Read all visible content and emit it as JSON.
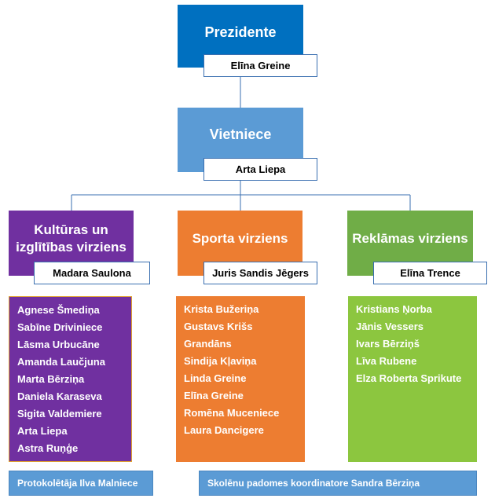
{
  "president": {
    "title": "Prezidente",
    "name": "Elīna Greine",
    "color": "#0070c0"
  },
  "vice": {
    "title": "Vietniece",
    "name": "Arta Liepa",
    "color": "#5b9bd5"
  },
  "departments": [
    {
      "title_line1": "Kultūras un",
      "title_line2": "izglītības virziens",
      "leader": "Madara Saulona",
      "color": "#7030a0",
      "members": [
        "Agnese Šmediņa",
        "Sabīne Driviniece",
        "Lāsma Urbucāne",
        "Amanda Laučjuna",
        "Marta Bērziņa",
        "Daniela Karaseva",
        "Sigita Valdemiere",
        "Arta Liepa",
        "Astra Ruņģe"
      ]
    },
    {
      "title": "Sporta virziens",
      "leader": "Juris Sandis Jēgers",
      "color": "#ed7d31",
      "members": [
        "Krista Bužeriņa",
        "Gustavs Krišs",
        "Grandāns",
        "Sindija Kļaviņa",
        "Linda Greine",
        "Elīna Greine",
        "Romēna Muceniece",
        "Laura Dancigere"
      ]
    },
    {
      "title": "Reklāmas virziens",
      "leader": "Elīna Trence",
      "color": "#70ad47",
      "members": [
        "Kristians Ņorba",
        "Jānis Vessers",
        "Ivars Bērziņš",
        "Līva Rubene",
        "Elza Roberta Sprikute"
      ]
    }
  ],
  "footer": {
    "protocol": "Protokolētāja Ilva Malniece",
    "coordinator": "Skolēnu padomes koordinatore Sandra Bērziņa"
  }
}
